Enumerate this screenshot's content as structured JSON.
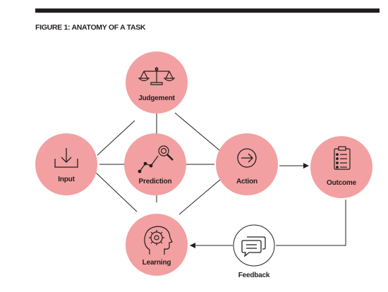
{
  "figure": {
    "title": "FIGURE 1: ANATOMY OF A TASK"
  },
  "nodes": {
    "judgement": {
      "label": "Judgement",
      "icon": "scales-icon"
    },
    "input": {
      "label": "Input",
      "icon": "download-tray-icon"
    },
    "prediction": {
      "label": "Prediction",
      "icon": "magnifier-trend-icon"
    },
    "action": {
      "label": "Action",
      "icon": "arrow-right-circle-icon"
    },
    "outcome": {
      "label": "Outcome",
      "icon": "clipboard-list-icon"
    },
    "learning": {
      "label": "Learning",
      "icon": "head-gear-icon"
    },
    "feedback": {
      "label": "Feedback",
      "icon": "chat-bubbles-icon"
    }
  },
  "colors": {
    "node_fill": "#f2a0a1",
    "line": "#231f20",
    "feedback_fill": "#ffffff"
  }
}
